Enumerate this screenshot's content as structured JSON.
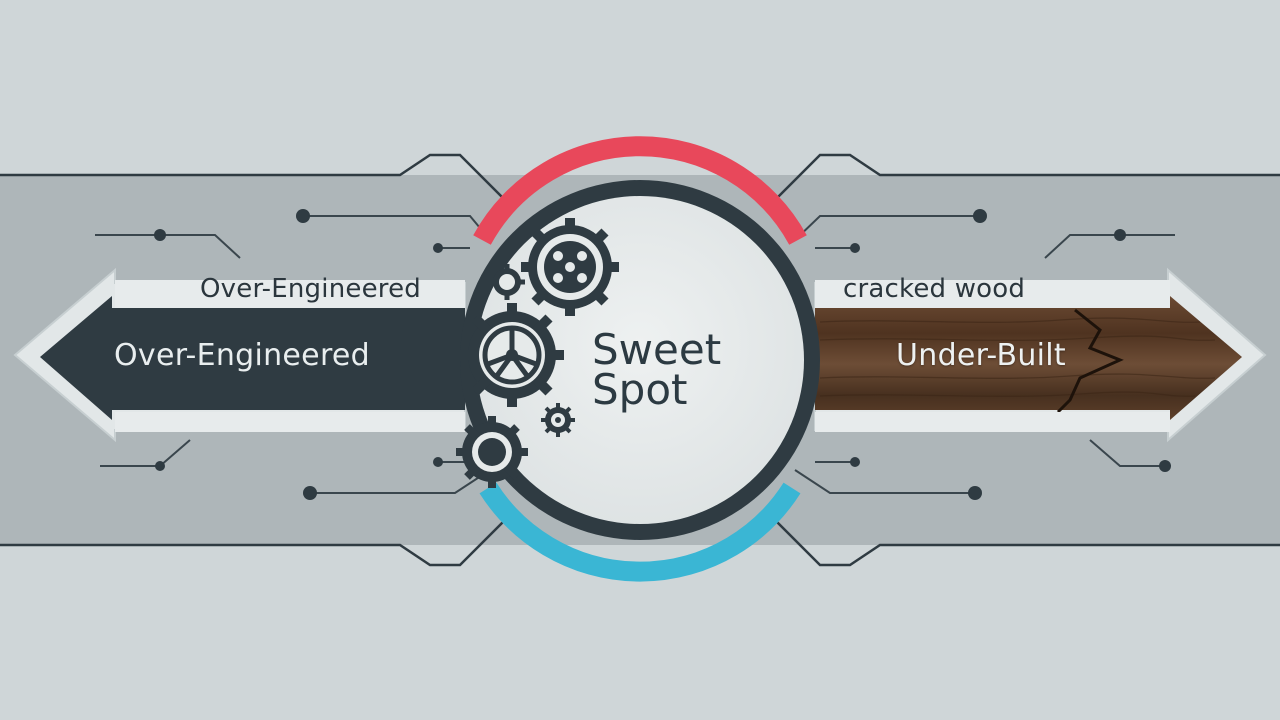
{
  "diagram": {
    "left_top_label": "Over-Engineered",
    "left_arrow_label": "Over-Engineered",
    "right_top_label": "cracked wood",
    "right_arrow_label": "Under-Built",
    "center_title_line1": "Sweet",
    "center_title_line2": "Spot"
  },
  "colors": {
    "background": "#cfd6d8",
    "band": "#aeb6b9",
    "dark_arrow": "#2f3b42",
    "wood": "#5a3b26",
    "ring_top": "#e8485b",
    "ring_bottom": "#3ab6d4",
    "ring_sides": "#2f3b42",
    "circle_fill": "#e6eaea"
  }
}
